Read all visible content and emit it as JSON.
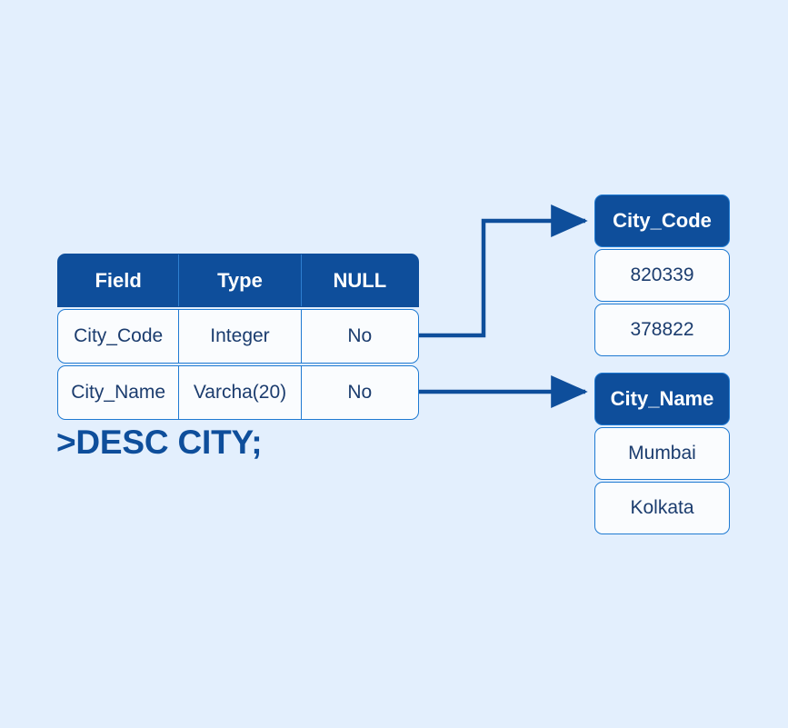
{
  "palette": {
    "background": "#e3effd",
    "header_fill": "#0e4e9b",
    "cell_fill": "#fafcfe",
    "border": "#1f7ad2",
    "body_text": "#1b3c6e",
    "header_text": "#ffffff",
    "connector": "#0e4e9b"
  },
  "desc_table": {
    "columns": [
      "Field",
      "Type",
      "NULL"
    ],
    "rows": [
      [
        "City_Code",
        "Integer",
        "No"
      ],
      [
        "City_Name",
        "Varcha(20)",
        "No"
      ]
    ]
  },
  "command": {
    "text": ">DESC CITY;"
  },
  "result_boxes": [
    {
      "title": "City_Code",
      "values": [
        "820339",
        "378822"
      ]
    },
    {
      "title": "City_Name",
      "values": [
        "Mumbai",
        "Kolkata"
      ]
    }
  ],
  "connectors": [
    {
      "name": "city-code-connector",
      "from_row": "City_Code",
      "to_box": "City_Code",
      "shape": "elbow"
    },
    {
      "name": "city-name-connector",
      "from_row": "City_Name",
      "to_box": "City_Name",
      "shape": "straight"
    }
  ]
}
